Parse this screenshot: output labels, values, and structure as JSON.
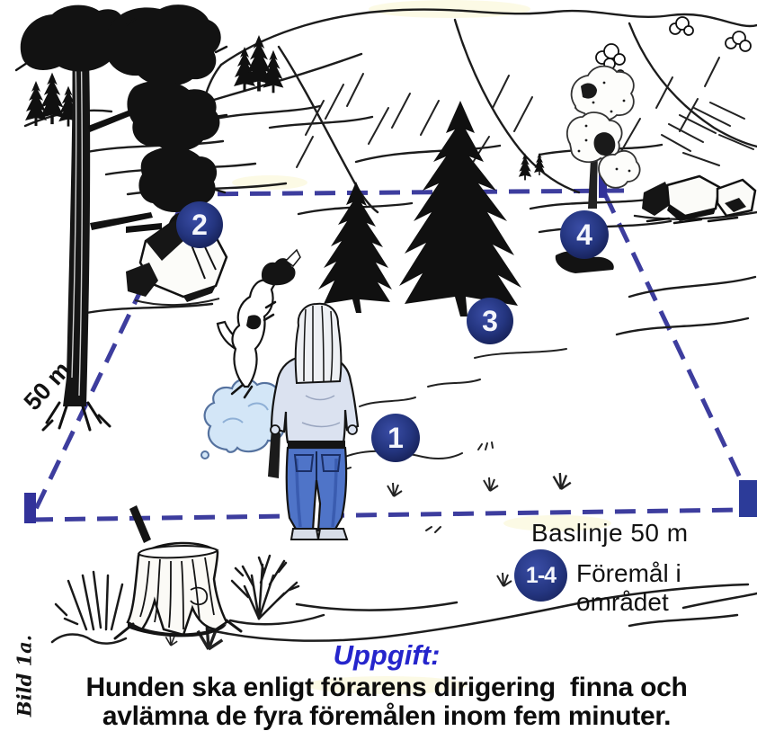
{
  "figure": {
    "caption_vertical": "Bild 1a.",
    "side_distance_label": "50 m",
    "baseline_label": "Baslinje 50 m",
    "legend": {
      "badge": "1-4",
      "text": "Föremål i området"
    },
    "task": {
      "heading": "Uppgift:",
      "line1": "Hunden ska enligt förarens dirigering  finna och",
      "line2": "avlämna de fyra föremålen inom fem minuter."
    },
    "markers": [
      {
        "label": "1"
      },
      {
        "label": "2"
      },
      {
        "label": "3"
      },
      {
        "label": "4"
      }
    ],
    "scene_elements": [
      "mountain ridge",
      "pine tree",
      "spruce trees",
      "aspen tree",
      "rock piles",
      "tree stump",
      "dog handler",
      "jumping dog",
      "dust cloud",
      "dashed search-area boundary",
      "corner markers"
    ],
    "colors": {
      "marker_fill": "#24357f",
      "marker_rim": "#131c4e",
      "boundary_dash": "#3d3d9e",
      "task_heading": "#2525cc",
      "ink": "#1a1a1a",
      "jeans": "#4f74c8",
      "shirt": "#dbe2f0",
      "dust_cloud": "#d3e6f7"
    }
  }
}
